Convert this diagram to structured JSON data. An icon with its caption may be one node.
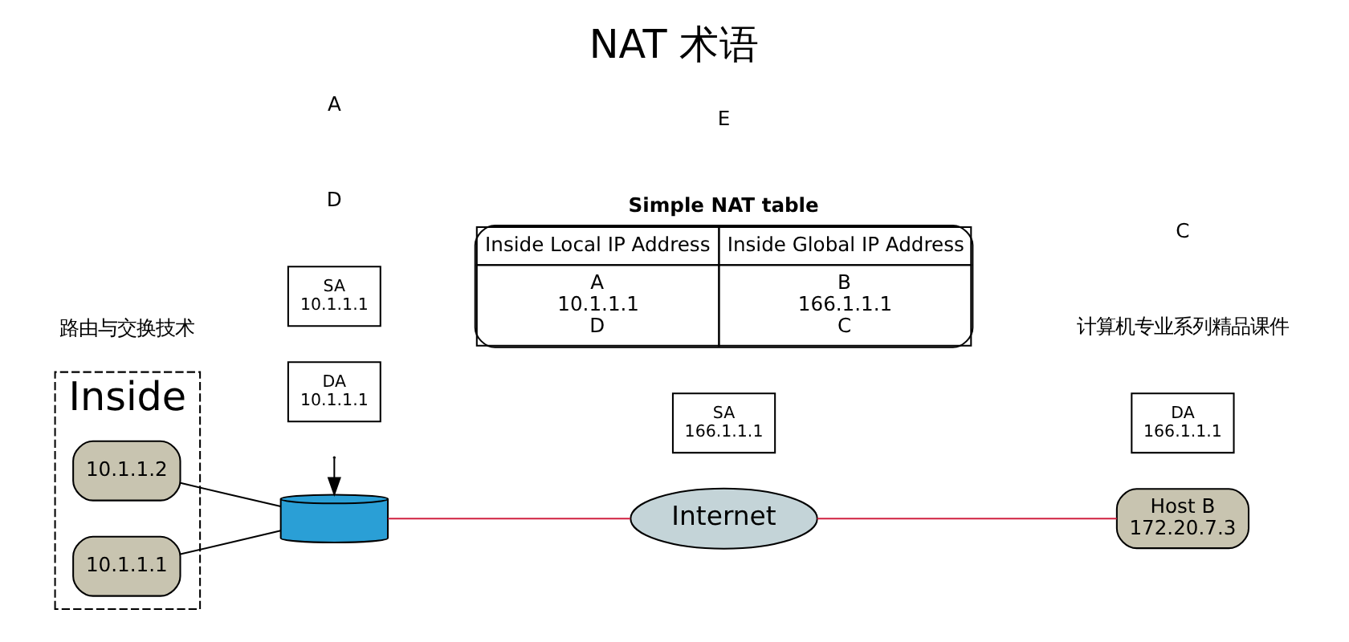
{
  "diagram": {
    "title": "NAT 术语",
    "nodes": [
      {
        "text": [
          "Inside"
        ]
      },
      {
        "text": [
          "10.1.1.2"
        ],
        "in": 0
      },
      {
        "text": [
          "10.1.1.1"
        ],
        "in": 0
      },
      {
        "text": [],
        "shape": "cylinder"
      },
      {
        "text": [
          "DA",
          "10.1.1.1"
        ]
      },
      {
        "text": [
          "SA",
          "10.1.1.1"
        ]
      },
      {
        "text": [
          "SA",
          "166.1.1.1"
        ]
      },
      {
        "text": [
          "Internet"
        ]
      },
      {
        "text": [
          "DA",
          "166.1.1.1"
        ]
      },
      {
        "text": [
          "Host B",
          "172.20.7.3"
        ]
      },
      {
        "text": [
          "Simple NAT table",
          "Inside Local IP Address",
          "Inside Global IP Address",
          "A",
          "10.1.1.1",
          "B",
          "166.1.1.1",
          "D",
          "C"
        ]
      }
    ],
    "edges": [
      {
        "from": 1,
        "to": 3,
        "arrow": "none",
        "color": "#000000"
      },
      {
        "from": 2,
        "to": 3,
        "arrow": "none",
        "color": "#000000"
      },
      {
        "from": 3,
        "to": 7,
        "arrow": "none",
        "color": "#d02040"
      },
      {
        "from": 7,
        "to": 9,
        "arrow": "none",
        "color": "#d02040"
      },
      {
        "from": null,
        "to": 3,
        "arrow": "to",
        "color": "#000000"
      }
    ],
    "labels": [
      "路由与交换技术",
      "计算机专业系列精品课件",
      "D",
      "E",
      "A",
      "C"
    ]
  }
}
